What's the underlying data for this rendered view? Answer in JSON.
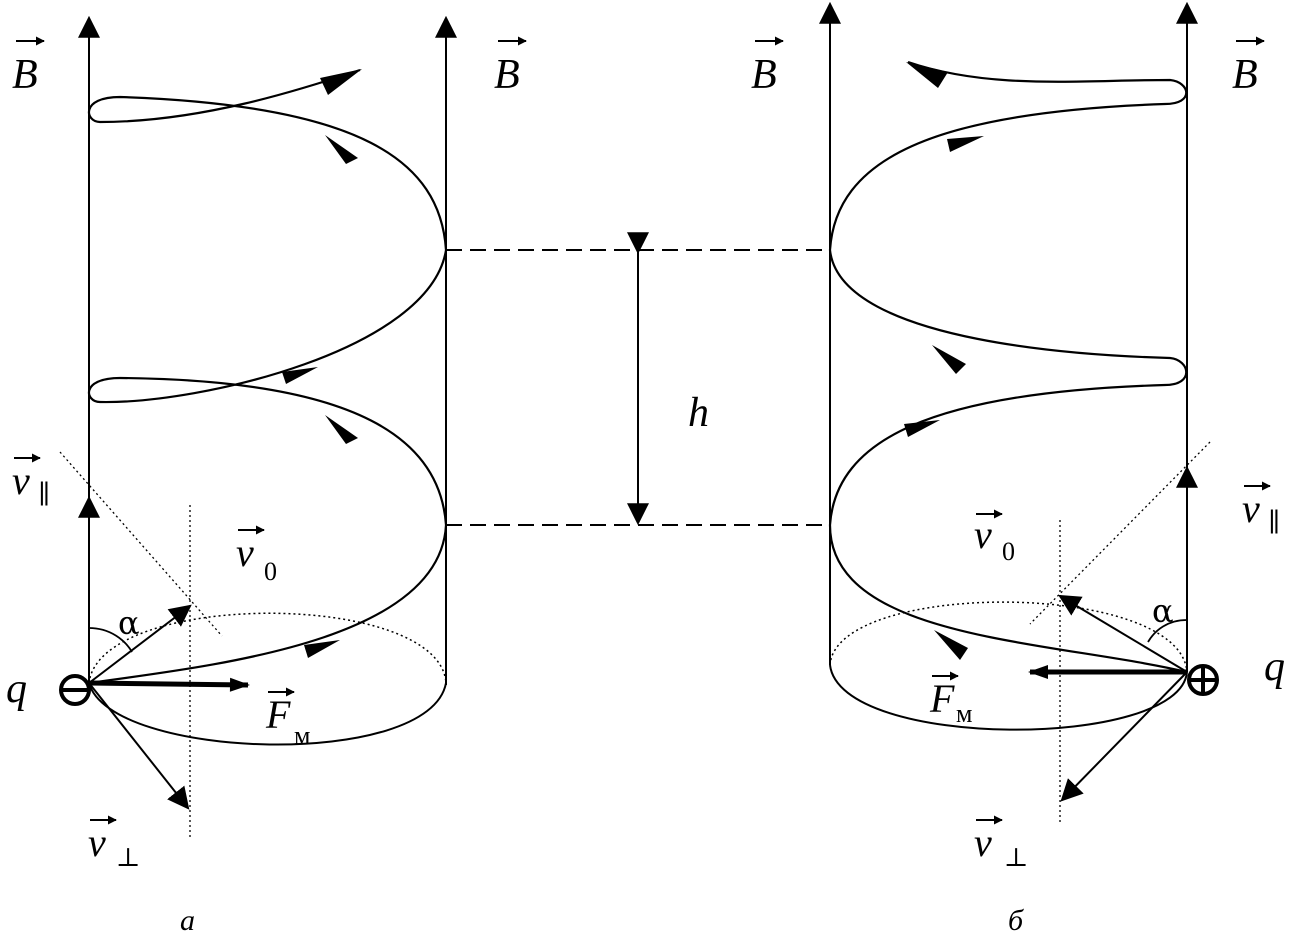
{
  "left_panel": {
    "field_label_left": "B",
    "field_label_right": "B",
    "velocity_parallel": "v",
    "velocity_parallel_sub": "∥",
    "velocity_initial": "v",
    "velocity_initial_sub": "0",
    "velocity_perp": "v",
    "velocity_perp_sub": "⊥",
    "force": "F",
    "force_sub": "м",
    "charge": "q",
    "angle": "α",
    "charge_sign": "negative",
    "caption": "а"
  },
  "right_panel": {
    "field_label_left": "B",
    "field_label_right": "B",
    "velocity_parallel": "v",
    "velocity_parallel_sub": "∥",
    "velocity_initial": "v",
    "velocity_initial_sub": "0",
    "velocity_perp": "v",
    "velocity_perp_sub": "⊥",
    "force": "F",
    "force_sub": "м",
    "charge": "q",
    "angle": "α",
    "charge_sign": "positive",
    "caption": "б"
  },
  "pitch_label": "h"
}
